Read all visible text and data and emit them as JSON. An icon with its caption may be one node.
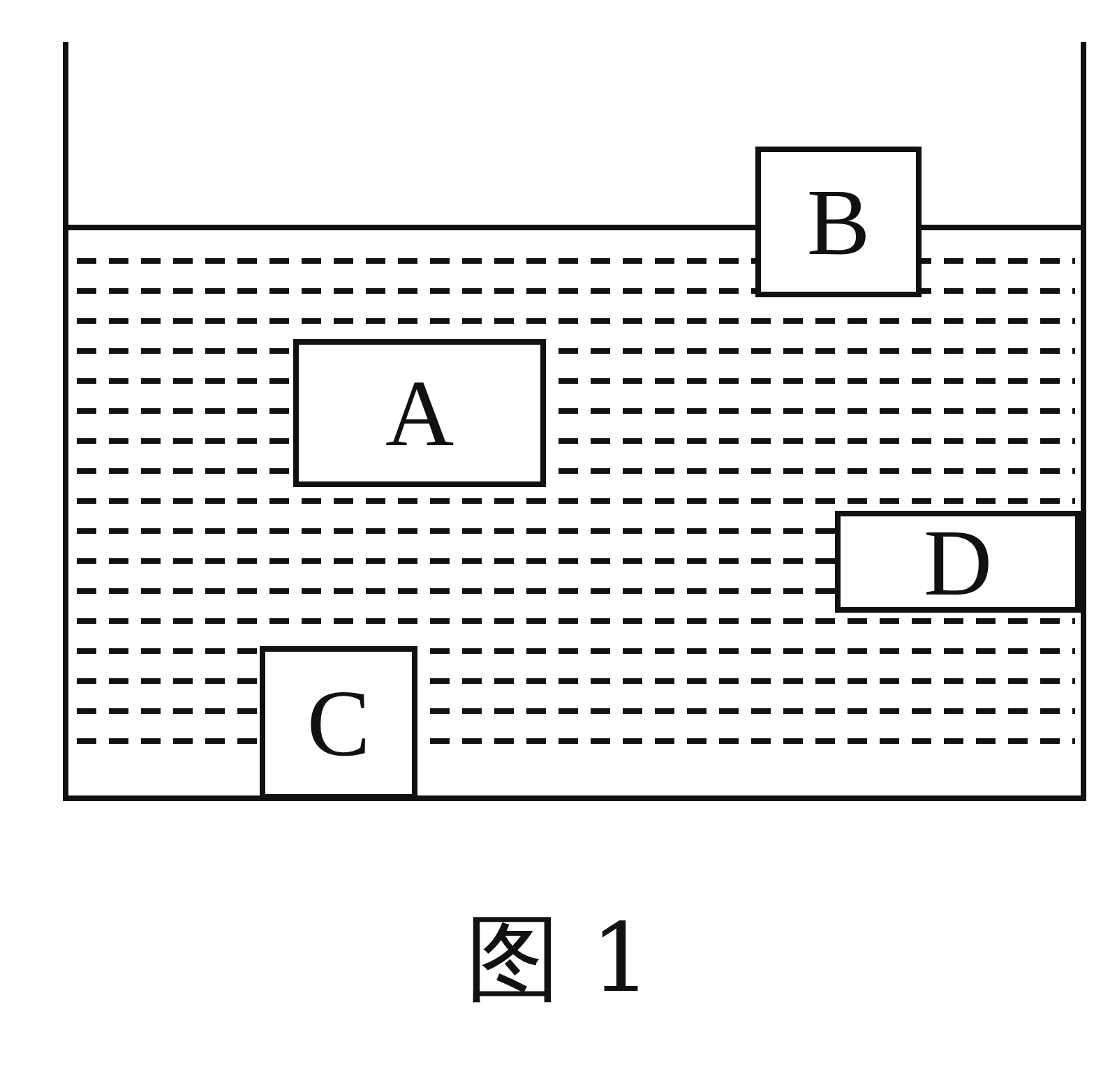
{
  "diagram": {
    "caption": "图 1",
    "nodes": [
      {
        "text": [
          "B"
        ]
      },
      {
        "text": [
          "A"
        ]
      },
      {
        "text": [
          "D"
        ]
      },
      {
        "text": [
          "C"
        ]
      }
    ]
  }
}
